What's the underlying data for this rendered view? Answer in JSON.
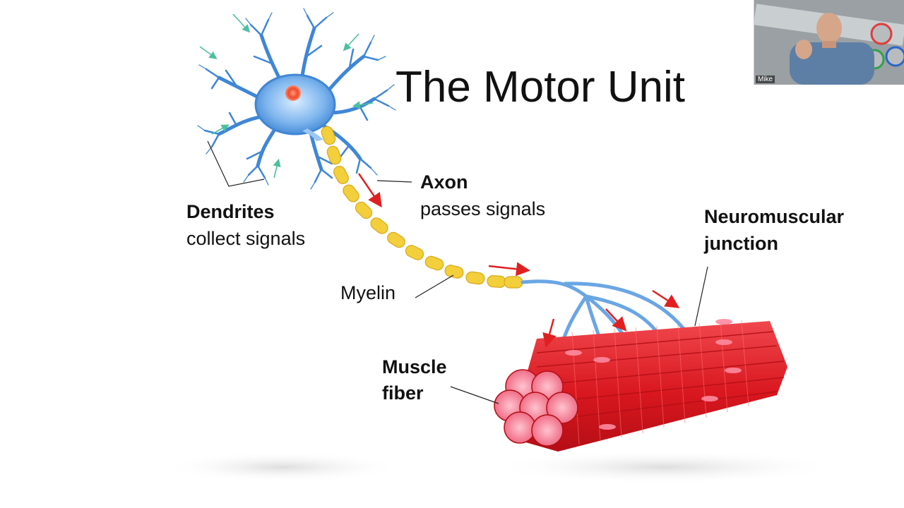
{
  "slide": {
    "title": "The Motor Unit",
    "labels": {
      "dendrites_title": "Dendrites",
      "dendrites_desc": "collect signals",
      "axon_title": "Axon",
      "axon_desc": "passes signals",
      "myelin": "Myelin",
      "nmj_line1": "Neuromuscular",
      "nmj_line2": "junction",
      "muscle_line1": "Muscle",
      "muscle_line2": "fiber"
    }
  },
  "webcam": {
    "participant_name": "Mike"
  },
  "colors": {
    "neuron_blue": "#4a90d9",
    "myelin_yellow": "#f2cf3b",
    "muscle_red": "#e3242b",
    "signal_arrow": "#e02020",
    "input_arrow": "#4cc0a0"
  },
  "icons": [
    "neuron-illustration",
    "muscle-fiber-illustration",
    "signal-arrow-icon"
  ]
}
